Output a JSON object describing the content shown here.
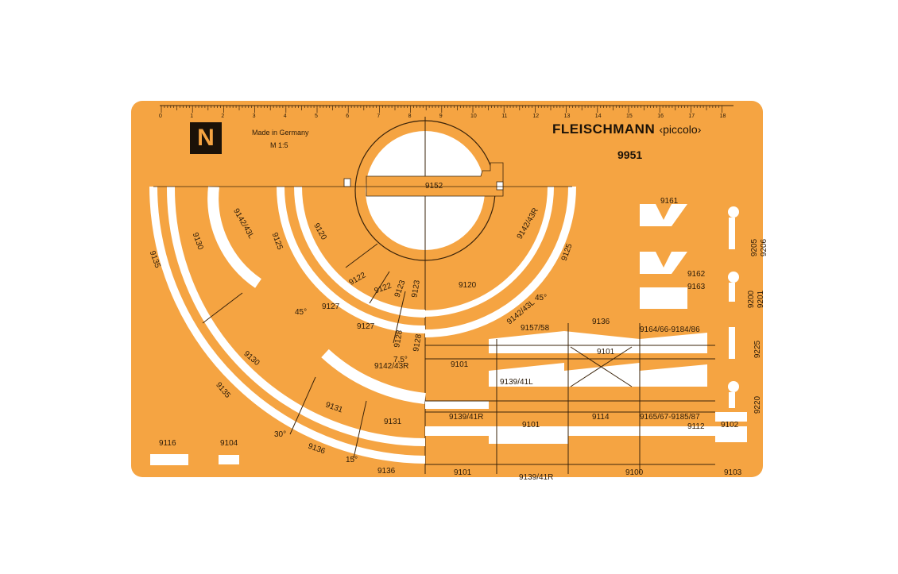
{
  "header": {
    "badge": "N",
    "made_in": "Made in Germany",
    "scale": "M 1:5",
    "brand": "FLEISCHMANN",
    "brand_sub": "‹piccolo›",
    "model": "9951"
  },
  "ruler": {
    "numbers": [
      "0",
      "1",
      "2",
      "3",
      "4",
      "5",
      "6",
      "7",
      "8",
      "9",
      "10",
      "11",
      "12",
      "13",
      "14",
      "15",
      "16",
      "17",
      "18"
    ]
  },
  "labels": [
    "9152",
    "9142/43L",
    "9130",
    "9135",
    "9125",
    "9120",
    "9142/43R",
    "9125",
    "9122",
    "9122",
    "9123",
    "9123",
    "45°",
    "9127",
    "9127",
    "9128",
    "9128",
    "7,5°",
    "9120",
    "9142/43L",
    "45°",
    "9157/58",
    "9136",
    "9164/66-9184/86",
    "9101",
    "9101",
    "9139/41L",
    "9142/43R",
    "9130",
    "9135",
    "9131",
    "9131",
    "30°",
    "9136",
    "15°",
    "9136",
    "9139/41R",
    "9101",
    "9114",
    "9165/67-9185/87",
    "9112",
    "9102",
    "9101",
    "9139/41R",
    "9100",
    "9103",
    "9161",
    "9162",
    "9163",
    "9205",
    "9206",
    "9200",
    "9201",
    "9225",
    "9220",
    "9116",
    "9104"
  ]
}
